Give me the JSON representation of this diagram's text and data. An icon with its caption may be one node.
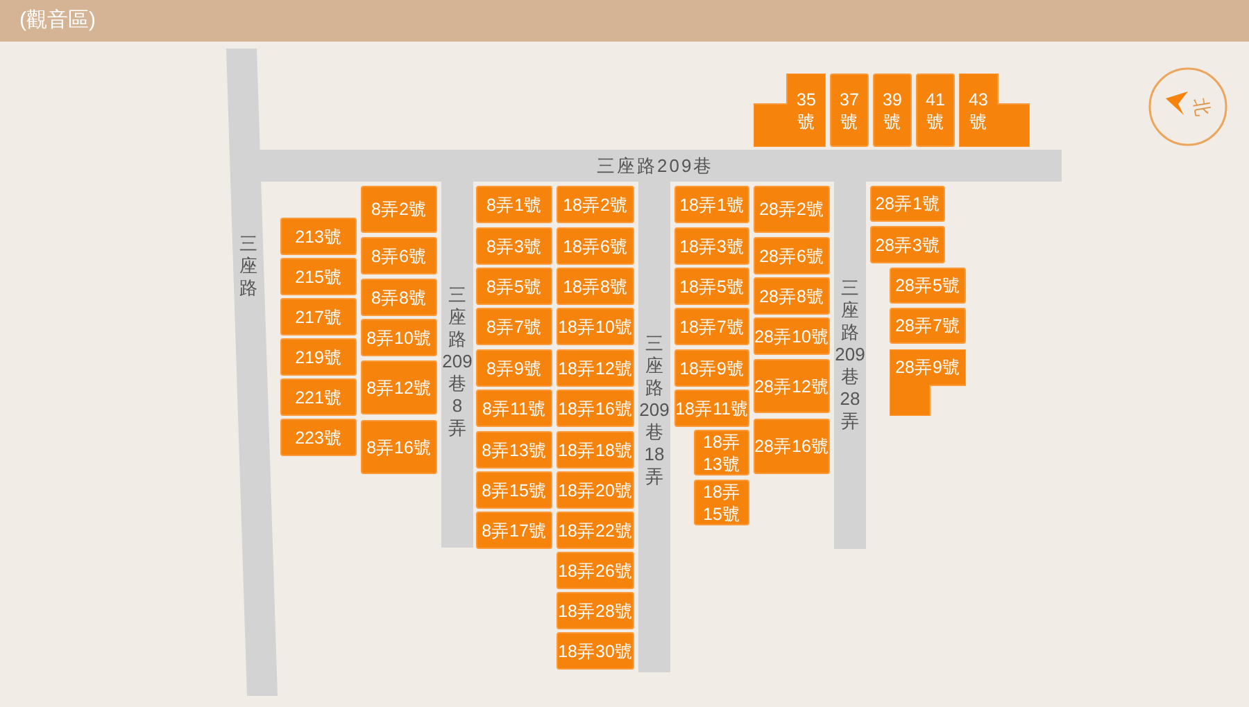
{
  "diagram": {
    "title": "(觀音區)",
    "nodes": [
      {
        "text": [
          "35號"
        ]
      },
      {
        "text": [
          "37號"
        ]
      },
      {
        "text": [
          "39號"
        ]
      },
      {
        "text": [
          "41號"
        ]
      },
      {
        "text": [
          "43號"
        ]
      },
      {
        "text": [
          "三座路209巷"
        ]
      },
      {
        "text": [
          "三座路"
        ]
      },
      {
        "text": [
          "213號"
        ]
      },
      {
        "text": [
          "215號"
        ]
      },
      {
        "text": [
          "217號"
        ]
      },
      {
        "text": [
          "219號"
        ]
      },
      {
        "text": [
          "221號"
        ]
      },
      {
        "text": [
          "223號"
        ]
      },
      {
        "text": [
          "8弄2號"
        ]
      },
      {
        "text": [
          "8弄6號"
        ]
      },
      {
        "text": [
          "8弄8號"
        ]
      },
      {
        "text": [
          "8弄10號"
        ]
      },
      {
        "text": [
          "8弄12號"
        ]
      },
      {
        "text": [
          "8弄16號"
        ]
      },
      {
        "text": [
          "三座路209巷8弄"
        ]
      },
      {
        "text": [
          "8弄1號"
        ]
      },
      {
        "text": [
          "8弄3號"
        ]
      },
      {
        "text": [
          "8弄5號"
        ]
      },
      {
        "text": [
          "8弄7號"
        ]
      },
      {
        "text": [
          "8弄9號"
        ]
      },
      {
        "text": [
          "8弄11號"
        ]
      },
      {
        "text": [
          "8弄13號"
        ]
      },
      {
        "text": [
          "8弄15號"
        ]
      },
      {
        "text": [
          "8弄17號"
        ]
      },
      {
        "text": [
          "18弄2號"
        ]
      },
      {
        "text": [
          "18弄6號"
        ]
      },
      {
        "text": [
          "18弄8號"
        ]
      },
      {
        "text": [
          "18弄10號"
        ]
      },
      {
        "text": [
          "18弄12號"
        ]
      },
      {
        "text": [
          "18弄16號"
        ]
      },
      {
        "text": [
          "18弄18號"
        ]
      },
      {
        "text": [
          "18弄20號"
        ]
      },
      {
        "text": [
          "18弄22號"
        ]
      },
      {
        "text": [
          "18弄26號"
        ]
      },
      {
        "text": [
          "18弄28號"
        ]
      },
      {
        "text": [
          "18弄30號"
        ]
      },
      {
        "text": [
          "三座路209巷18弄"
        ]
      },
      {
        "text": [
          "18弄1號"
        ]
      },
      {
        "text": [
          "18弄3號"
        ]
      },
      {
        "text": [
          "18弄5號"
        ]
      },
      {
        "text": [
          "18弄7號"
        ]
      },
      {
        "text": [
          "18弄9號"
        ]
      },
      {
        "text": [
          "18弄11號"
        ]
      },
      {
        "text": [
          "18弄13號"
        ]
      },
      {
        "text": [
          "18弄15號"
        ]
      },
      {
        "text": [
          "28弄2號"
        ]
      },
      {
        "text": [
          "28弄6號"
        ]
      },
      {
        "text": [
          "28弄8號"
        ]
      },
      {
        "text": [
          "28弄10號"
        ]
      },
      {
        "text": [
          "28弄12號"
        ]
      },
      {
        "text": [
          "28弄16號"
        ]
      },
      {
        "text": [
          "三座路209巷28弄"
        ]
      },
      {
        "text": [
          "28弄1號"
        ]
      },
      {
        "text": [
          "28弄3號"
        ]
      },
      {
        "text": [
          "28弄5號"
        ]
      },
      {
        "text": [
          "28弄7號"
        ]
      },
      {
        "text": [
          "28弄9號"
        ]
      }
    ],
    "labels": [
      "北"
    ]
  }
}
